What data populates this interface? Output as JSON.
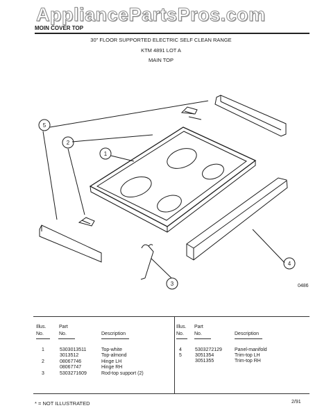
{
  "watermark": "AppliancePartsPros.com",
  "header_section": "MOIN COVER TOP",
  "title": {
    "line1": "30\" FLOOR SUPPORTED ELECTRIC SELF CLEAN RANGE",
    "line2": "KTM 4891 LOT A",
    "line3": "MAIN TOP"
  },
  "callouts": [
    "5",
    "2",
    "1",
    "3",
    "4"
  ],
  "figure_code": "0486",
  "table": {
    "headers": {
      "illus": [
        "Illus.",
        "No."
      ],
      "part": [
        "Part",
        "No."
      ],
      "description": "Description"
    },
    "left_rows": [
      {
        "illus": "1",
        "part": "5303013511",
        "desc": "Top-white"
      },
      {
        "illus": "",
        "part": "3013512",
        "desc": "Top-almond"
      },
      {
        "illus": "2",
        "part": "08067746",
        "desc": "Hinge LH"
      },
      {
        "illus": "",
        "part": "08067747",
        "desc": "Hinge RH"
      },
      {
        "illus": "3",
        "part": "5303271609",
        "desc": "Rod-top support (2)"
      }
    ],
    "right_rows": [
      {
        "illus": "4",
        "part": "5303272129",
        "desc": "Panel-manifold"
      },
      {
        "illus": "5",
        "part": "3051354",
        "desc": "Trim-top LH"
      },
      {
        "illus": "",
        "part": "3051355",
        "desc": "Trim-top RH"
      }
    ]
  },
  "footer": {
    "note": "* = NOT ILLUSTRATED",
    "page": "2/91"
  },
  "colors": {
    "ink": "#1a1a1a",
    "paper": "#ffffff"
  }
}
